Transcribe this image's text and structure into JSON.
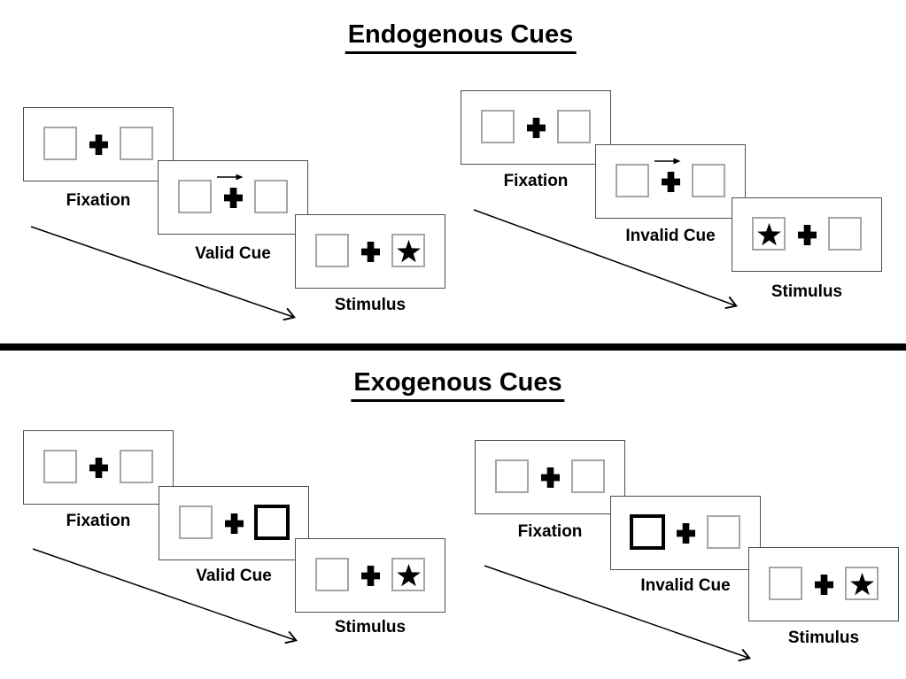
{
  "figure": {
    "background": "#ffffff",
    "divider_color": "#000000"
  },
  "colors": {
    "foreground": "#000000",
    "panel_border": "#4d4d4d",
    "box_border": "#a6a6a6",
    "cue_highlight_border": "#000000"
  },
  "icons": {
    "fixation_cross": "✚",
    "cue_arrow": "→",
    "target_star": "★",
    "timeline_arrow": "↘"
  },
  "sections": [
    {
      "id": "endogenous",
      "title": "Endogenous Cues",
      "trials": [
        {
          "id": "valid",
          "steps": [
            {
              "label": "Fixation",
              "display": "two-empty-boxes-central-plus"
            },
            {
              "label": "Valid Cue",
              "display": "right-arrow-above-plus"
            },
            {
              "label": "Stimulus",
              "display": "star-in-right-box"
            }
          ]
        },
        {
          "id": "invalid",
          "steps": [
            {
              "label": "Fixation",
              "display": "two-empty-boxes-central-plus"
            },
            {
              "label": "Invalid Cue",
              "display": "right-arrow-above-plus"
            },
            {
              "label": "Stimulus",
              "display": "star-in-left-box"
            }
          ]
        }
      ]
    },
    {
      "id": "exogenous",
      "title": "Exogenous Cues",
      "trials": [
        {
          "id": "valid",
          "steps": [
            {
              "label": "Fixation",
              "display": "two-empty-boxes-central-plus"
            },
            {
              "label": "Valid Cue",
              "display": "right-box-bold-outline"
            },
            {
              "label": "Stimulus",
              "display": "star-in-right-box"
            }
          ]
        },
        {
          "id": "invalid",
          "steps": [
            {
              "label": "Fixation",
              "display": "two-empty-boxes-central-plus"
            },
            {
              "label": "Invalid Cue",
              "display": "left-box-bold-outline"
            },
            {
              "label": "Stimulus",
              "display": "star-in-right-box"
            }
          ]
        }
      ]
    }
  ]
}
